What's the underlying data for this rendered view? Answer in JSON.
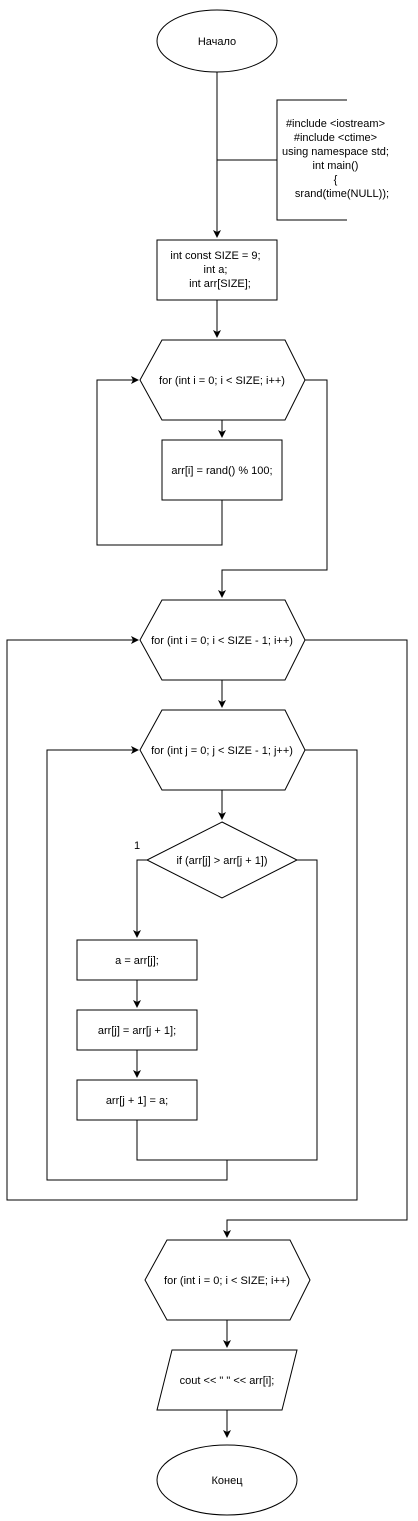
{
  "flowchart": {
    "start_label": "Начало",
    "comment_lines": [
      "#include <iostream>",
      "#include <ctime>",
      "using namespace std;",
      "int main()",
      "{",
      "srand(time(NULL));"
    ],
    "init_lines": [
      "int const SIZE = 9;",
      "int a;",
      "int arr[SIZE];"
    ],
    "loop1_label": "for (int i = 0; i < SIZE; i++)",
    "fill_label": "arr[i] = rand() % 100;",
    "loop2_label": "for (int i = 0; i < SIZE - 1; i++)",
    "loop3_label": "for (int j = 0; j < SIZE - 1; j++)",
    "cond_label": "if (arr[j] > arr[j + 1])",
    "branch_label": "1",
    "swap1_label": "a = arr[j];",
    "swap2_label": "arr[j] = arr[j + 1];",
    "swap3_label": "arr[j + 1] = a;",
    "loop4_label": "for (int i = 0; i < SIZE; i++)",
    "output_label": "cout << \" \" << arr[i];",
    "end_label": "Конец"
  }
}
